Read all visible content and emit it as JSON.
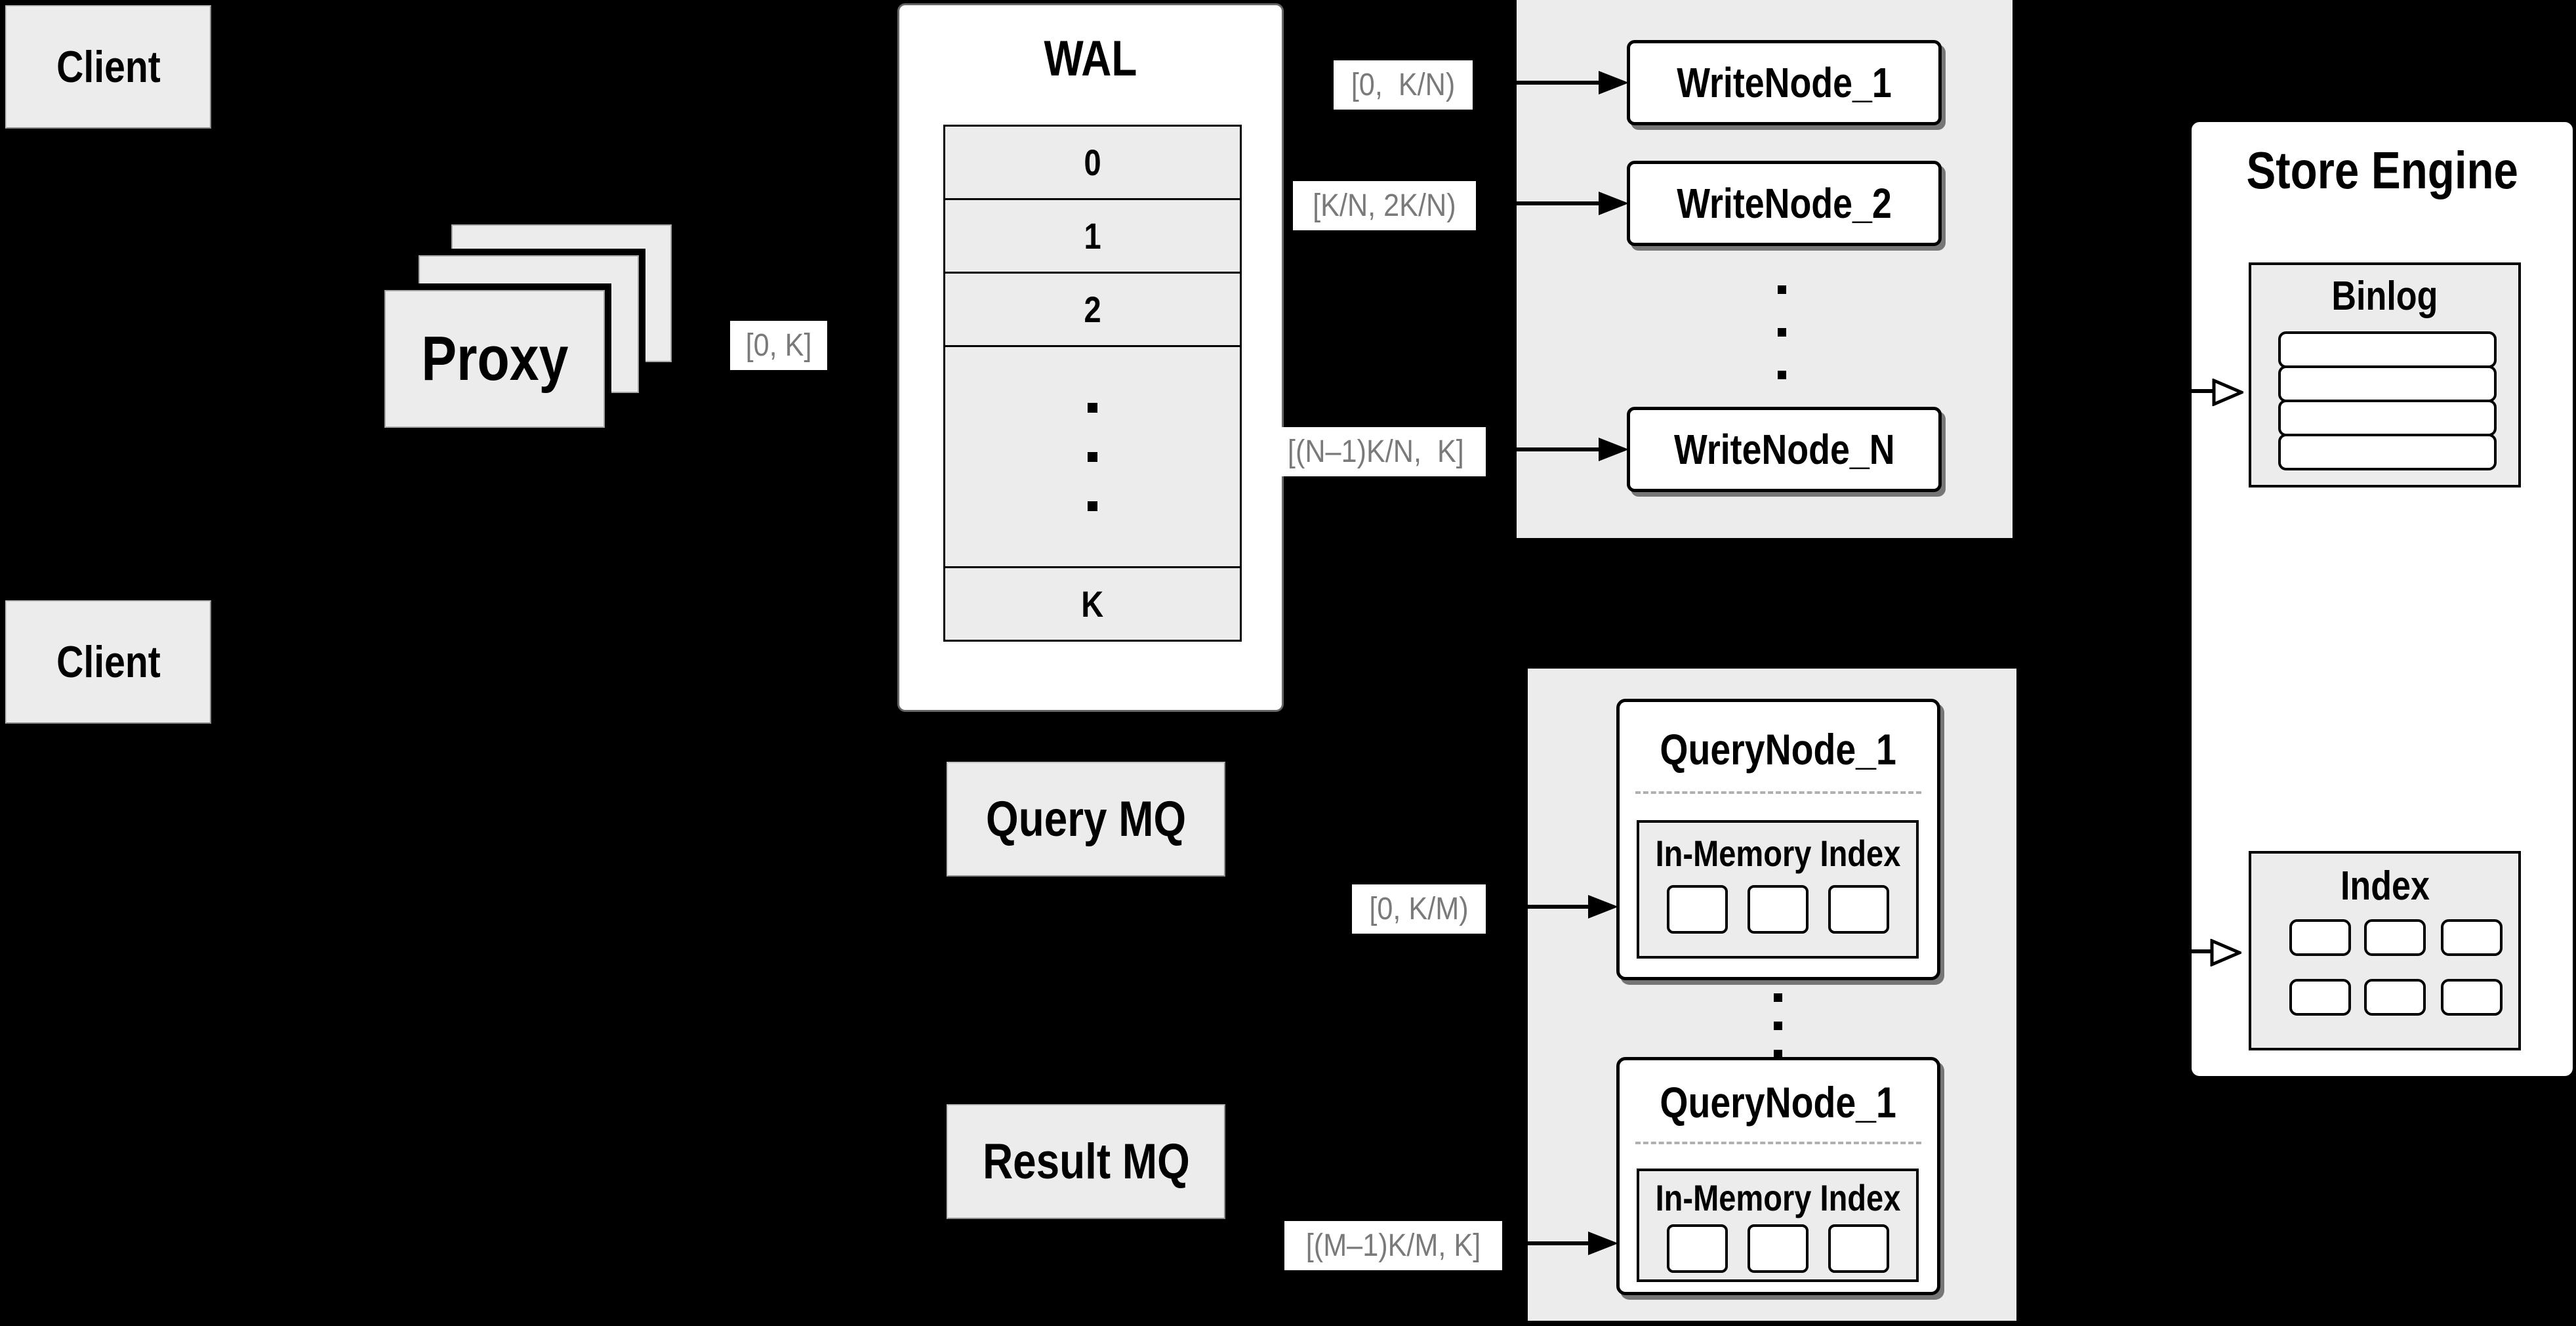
{
  "colors": {
    "background": "#000000",
    "box_fill": "#ececec",
    "panel_fill": "#ffffff",
    "line": "#000000",
    "range_label_text": "#7a7a7a"
  },
  "clients": {
    "top_label": "Client",
    "bottom_label": "Client"
  },
  "proxy": {
    "label": "Proxy",
    "stack_count": 3
  },
  "ranges": {
    "proxy_out": "[0, K]",
    "write_1": "[0,  K/N)",
    "write_2": "[K/N, 2K/N)",
    "write_n": "[(N–1)K/N,  K]",
    "query_first": "[0, K/M)",
    "query_last": "[(M–1)K/M, K]"
  },
  "wal": {
    "title": "WAL",
    "cells": [
      "0",
      "1",
      "2"
    ],
    "last_cell": "K"
  },
  "write_group": {
    "nodes": [
      "WriteNode_1",
      "WriteNode_2",
      "WriteNode_N"
    ]
  },
  "mq": {
    "query_label": "Query MQ",
    "result_label": "Result MQ"
  },
  "query_group": {
    "nodes": [
      {
        "title": "QueryNode_1",
        "inner_title": "In-Memory Index",
        "segment_count": 3
      },
      {
        "title": "QueryNode_1",
        "inner_title": "In-Memory Index",
        "segment_count": 3
      }
    ]
  },
  "store_engine": {
    "title": "Store Engine",
    "binlog": {
      "title": "Binlog",
      "row_count": 4
    },
    "index": {
      "title": "Index",
      "cell_count": 6
    }
  }
}
